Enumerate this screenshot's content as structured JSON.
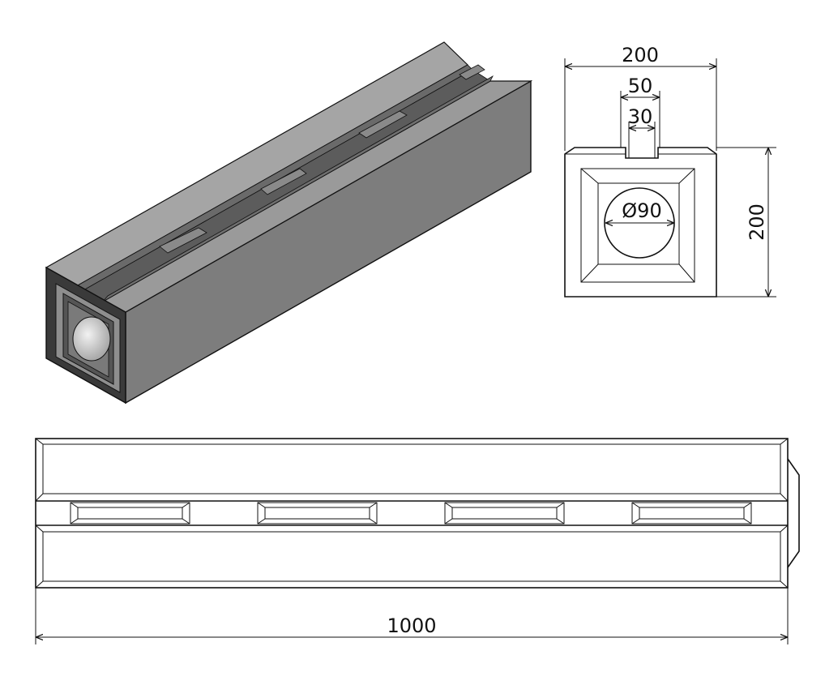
{
  "dimensions": {
    "top_width": "200",
    "slot_outer": "50",
    "slot_inner": "30",
    "pipe_diameter": "Ø90",
    "height": "200",
    "length": "1000"
  },
  "colors": {
    "background": "#ffffff",
    "line": "#111111",
    "iso_top": "#9a9a9a",
    "iso_top_light": "#b4b4b4",
    "iso_side": "#7d7d7d",
    "iso_end_dark": "#3a3a3a",
    "iso_end_frame": "#8e8e8e",
    "iso_groove": "#5e5e5e",
    "pipe": "#d8d8d8"
  }
}
